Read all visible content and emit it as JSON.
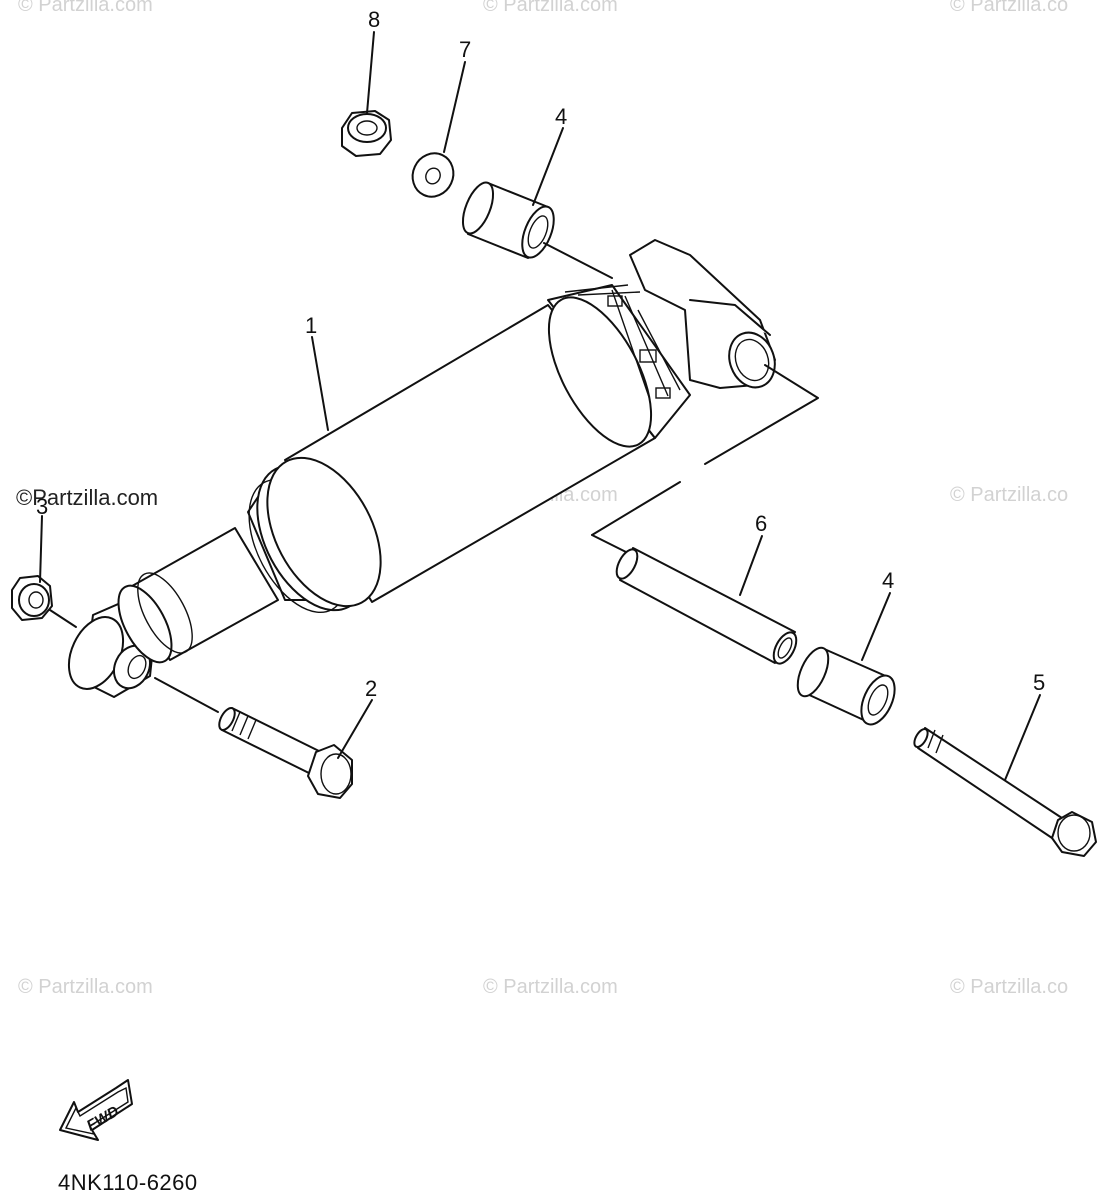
{
  "watermarks": {
    "top_left": "© Partzilla.com",
    "top_center": "© Partzilla.com",
    "top_right": "© Partzilla.co",
    "mid_left": "©Partzilla.com",
    "mid_center": "© Partzilla.com",
    "mid_right": "© Partzilla.co",
    "bottom_left": "© Partzilla.com",
    "bottom_center": "© Partzilla.com",
    "bottom_right": "© Partzilla.co"
  },
  "callouts": {
    "shock_absorber": "1",
    "lower_bolt": "2",
    "lower_nut": "3",
    "upper_collar": "4",
    "lower_collar": "4",
    "long_bolt": "5",
    "spacer_pipe": "6",
    "washer": "7",
    "upper_nut": "8"
  },
  "fwd_label": "FWD",
  "part_code": "4NK110-6260"
}
